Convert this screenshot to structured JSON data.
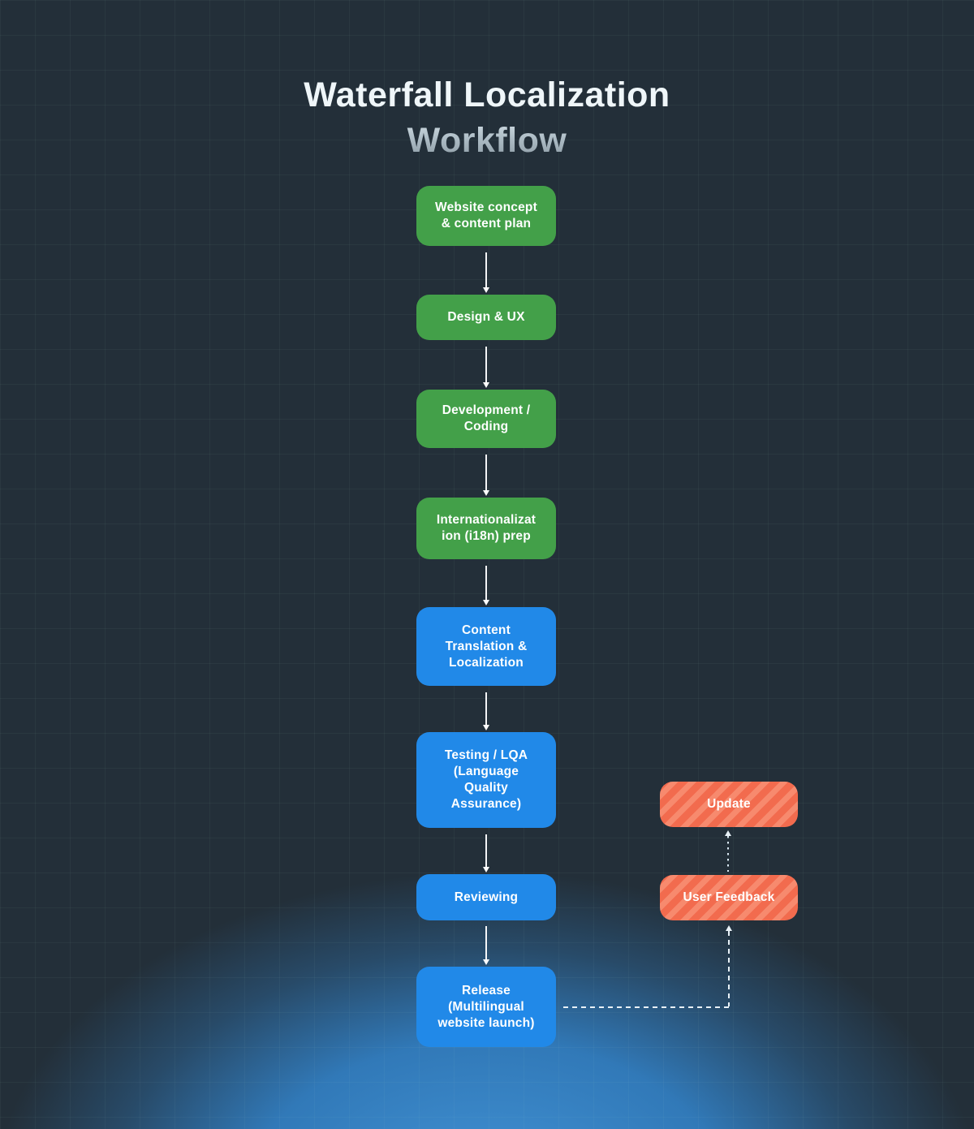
{
  "title": {
    "line1": "Waterfall Localization",
    "line2": "Workflow"
  },
  "steps": {
    "main": [
      {
        "id": "website-concept",
        "label": "Website concept\n& content plan",
        "color": "green"
      },
      {
        "id": "design-ux",
        "label": "Design & UX",
        "color": "green"
      },
      {
        "id": "development-coding",
        "label": "Development /\nCoding",
        "color": "green"
      },
      {
        "id": "i18n-prep",
        "label": "Internationalizat\nion (i18n) prep",
        "color": "green"
      },
      {
        "id": "content-translation",
        "label": "Content\nTranslation &\nLocalization",
        "color": "blue"
      },
      {
        "id": "testing-lqa",
        "label": "Testing / LQA\n(Language\nQuality\nAssurance)",
        "color": "blue"
      },
      {
        "id": "reviewing",
        "label": "Reviewing",
        "color": "blue"
      },
      {
        "id": "release",
        "label": "Release\n(Multilingual\nwebsite launch)",
        "color": "blue"
      }
    ],
    "feedback": [
      {
        "id": "update",
        "label": "Update",
        "color": "orange-striped"
      },
      {
        "id": "user-feedback",
        "label": "User Feedback",
        "color": "orange-striped"
      }
    ]
  },
  "connections": [
    {
      "from": "Website concept & content plan",
      "to": "Design & UX",
      "style": "solid-arrow"
    },
    {
      "from": "Design & UX",
      "to": "Development / Coding",
      "style": "solid-arrow"
    },
    {
      "from": "Development / Coding",
      "to": "Internationalization (i18n) prep",
      "style": "solid-arrow"
    },
    {
      "from": "Internationalization (i18n) prep",
      "to": "Content Translation & Localization",
      "style": "solid-arrow"
    },
    {
      "from": "Content Translation & Localization",
      "to": "Testing / LQA (Language Quality Assurance)",
      "style": "solid-arrow"
    },
    {
      "from": "Testing / LQA (Language Quality Assurance)",
      "to": "Reviewing",
      "style": "solid-arrow"
    },
    {
      "from": "Reviewing",
      "to": "Release (Multilingual website launch)",
      "style": "solid-arrow"
    },
    {
      "from": "Release (Multilingual website launch)",
      "to": "User Feedback",
      "style": "dashed-arrow"
    },
    {
      "from": "User Feedback",
      "to": "Update",
      "style": "dotted-arrow"
    }
  ],
  "colors": {
    "background": "#232f39",
    "step_green": "#43a049",
    "step_blue": "#2189e8",
    "feedback_orange_base": "#f26b4e",
    "feedback_orange_stripe": "#f78a6e",
    "arrow_white": "#ffffff",
    "bottom_glow_blue": "#4293d6"
  }
}
